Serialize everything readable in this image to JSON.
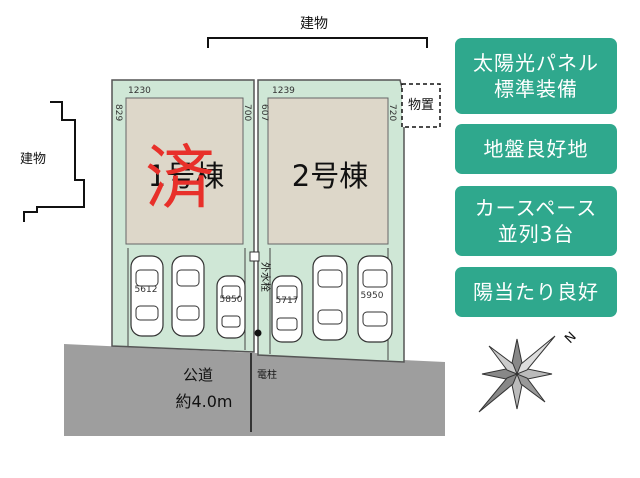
{
  "labels": {
    "building_top": "建物",
    "building_left": "建物",
    "storage": "物置",
    "lot1": "1号棟",
    "lot2": "2号棟",
    "sold_mark": "済",
    "road_name": "公道",
    "road_width": "約4.0m",
    "pole": "電柱",
    "water_meter": "外水栓",
    "compass": "N"
  },
  "dimensions": {
    "lot1_top": "1230",
    "lot1_left": "829",
    "lot1_right": "700",
    "lot1_parking_a": "5612",
    "lot1_parking_b": "5850",
    "lot2_top": "1239",
    "lot2_left": "607",
    "lot2_right": "720",
    "lot2_parking_a": "5717",
    "lot2_parking_b": "5950"
  },
  "features": [
    "太陽光パネル\n標準装備",
    "地盤良好地",
    "カースペース\n並列3台",
    "陽当たり良好"
  ],
  "colors": {
    "lot_green": "#cfe7d6",
    "house_beige": "#ddd7c9",
    "road_gray": "#9e9e9e",
    "badge_green": "#2fa88d",
    "sold_red": "#e8302a"
  }
}
